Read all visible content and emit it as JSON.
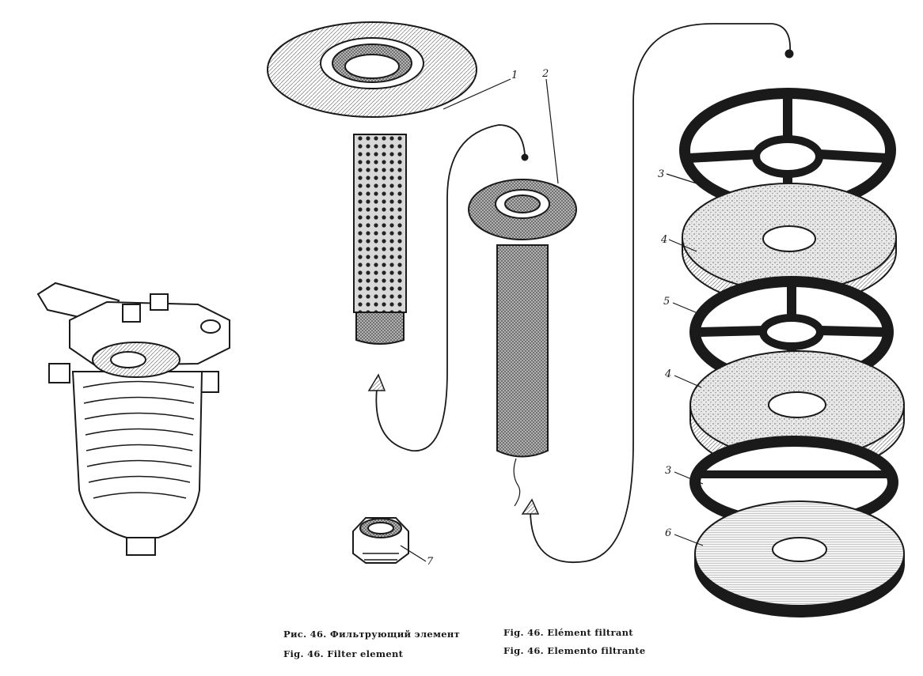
{
  "callouts": {
    "c1": "1",
    "c2": "2",
    "c3a": "3",
    "c4a": "4",
    "c5": "5",
    "c4b": "4",
    "c3b": "3",
    "c6": "6",
    "c7": "7"
  },
  "captions": {
    "ru": "Рис. 46. Фильтрующий элемент",
    "en": "Fig. 46. Filter element",
    "fr": "Fig. 46. Elément filtrant",
    "it": "Fig. 46. Elemento filtrante"
  },
  "colors": {
    "ink": "#1a1a1a",
    "paper": "#ffffff",
    "hatch": "#9a9a9a"
  }
}
